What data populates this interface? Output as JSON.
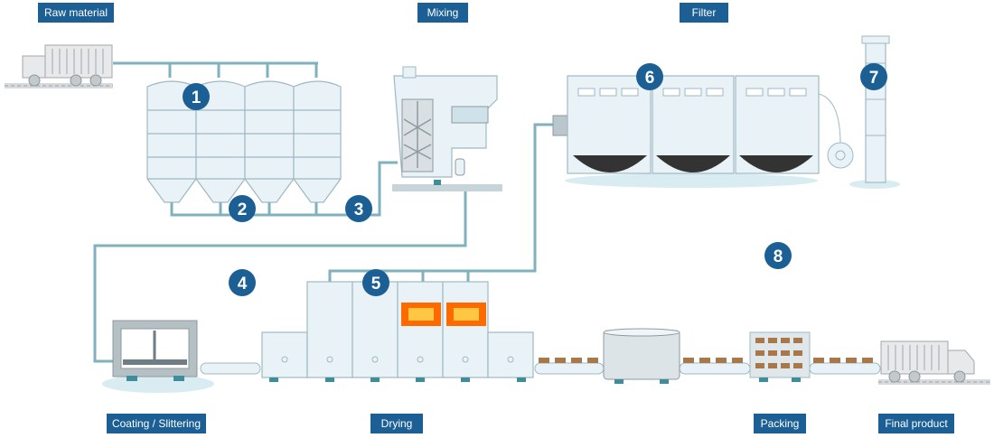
{
  "stage_labels": {
    "raw_material": "Raw material",
    "mixing": "Mixing",
    "filter": "Filter",
    "coating": "Coating / Slittering",
    "drying": "Drying",
    "packing": "Packing",
    "final_product": "Final product"
  },
  "step_numbers": [
    "1",
    "2",
    "3",
    "4",
    "5",
    "6",
    "7",
    "8"
  ],
  "colors": {
    "label_bg": "#1b5f95",
    "badge": "#1b5f95",
    "pipe": "#7fb2bd",
    "equipment_fill": "#e9f2f6",
    "equipment_stroke": "#9fb9c4",
    "heater": "#ff6a00",
    "filter_dust": "#333333",
    "box": "#a9784a"
  }
}
